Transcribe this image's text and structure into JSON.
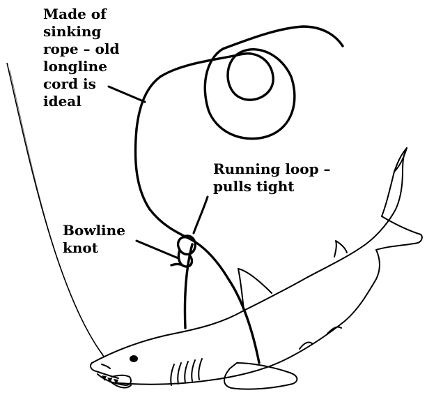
{
  "labels": {
    "rope": [
      "Made of",
      "sinking",
      "rope – old",
      "longline",
      "cord is",
      "ideal"
    ],
    "running_loop": [
      "Running loop –",
      "pulls tight"
    ],
    "bowline": [
      "Bowline",
      "knot"
    ]
  },
  "colors": {
    "ink": "#000000",
    "paper": "#ffffff"
  }
}
